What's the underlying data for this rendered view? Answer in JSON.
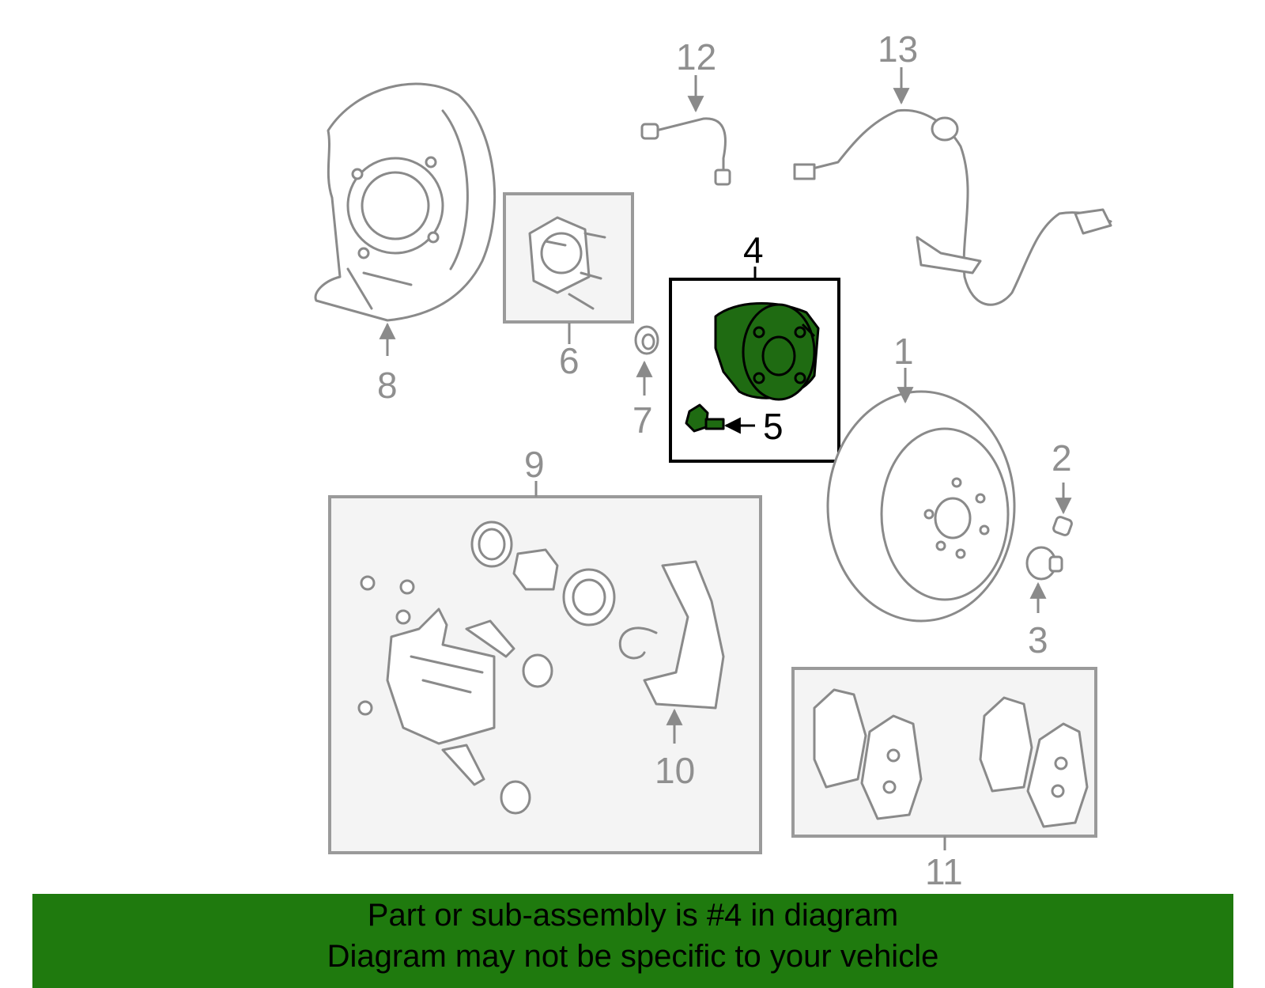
{
  "diagram": {
    "highlighted_part": "4",
    "callouts": {
      "c1": "1",
      "c2": "2",
      "c3": "3",
      "c4": "4",
      "c5": "5",
      "c6": "6",
      "c7": "7",
      "c8": "8",
      "c9": "9",
      "c10": "10",
      "c11": "11",
      "c12": "12",
      "c13": "13"
    },
    "colors": {
      "highlight": "#1f6b12",
      "part_outline": "#8a8a8a",
      "banner": "#1f7a0e"
    }
  },
  "banner": {
    "line1": "Part or sub-assembly is #4 in diagram",
    "line2": "Diagram may not be specific to your vehicle"
  }
}
